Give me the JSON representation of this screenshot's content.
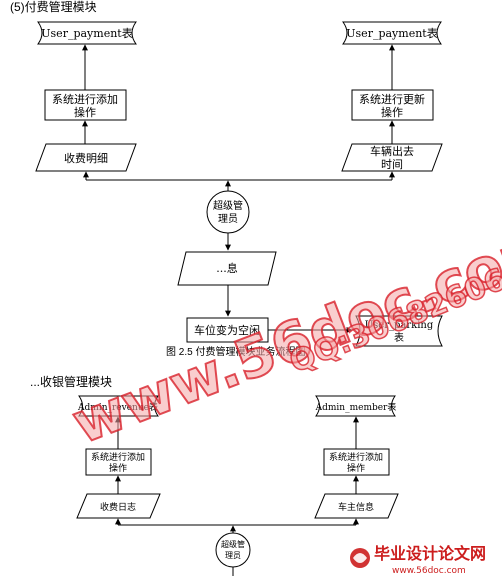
{
  "section1": {
    "heading": "(5)付费管理模块",
    "doc_left": "User_payment表",
    "doc_right": "User_payment表",
    "process_left_line1": "系统进行添加",
    "process_left_line2": "操作",
    "process_right_line1": "系统进行更新",
    "process_right_line2": "操作",
    "input_left": "收费明细",
    "input_right_line1": "车辆出去",
    "input_right_line2": "时间",
    "actor_line1": "超级管",
    "actor_line2": "理员",
    "input_center": "...息",
    "process_bottom": "车位变为空闲",
    "doc_bottom_line1": "User_parking",
    "doc_bottom_line2": "表",
    "figure_caption": "图 2.5  付费管理模块业务流程图"
  },
  "section2": {
    "heading": "...收银管理模块",
    "doc_left": "Admin_revenue表",
    "doc_right": "Admin_member表",
    "process_left_line1": "系统进行添加",
    "process_left_line2": "操作",
    "process_right_line1": "系统进行添加",
    "process_right_line2": "操作",
    "input_left": "收费日志",
    "input_right": "车主信息",
    "actor_line1": "超级管",
    "actor_line2": "理员"
  },
  "watermark": {
    "site": "www.56doc.com",
    "qq": "QQ:306826066",
    "brand_cn": "毕业设计论文网",
    "brand_url": "www.56doc.com"
  },
  "colors": {
    "line": "#000000",
    "watermark_red": "#d8202a",
    "watermark_fill": "#f4a6a6",
    "brand_red": "#cc1d1d"
  }
}
